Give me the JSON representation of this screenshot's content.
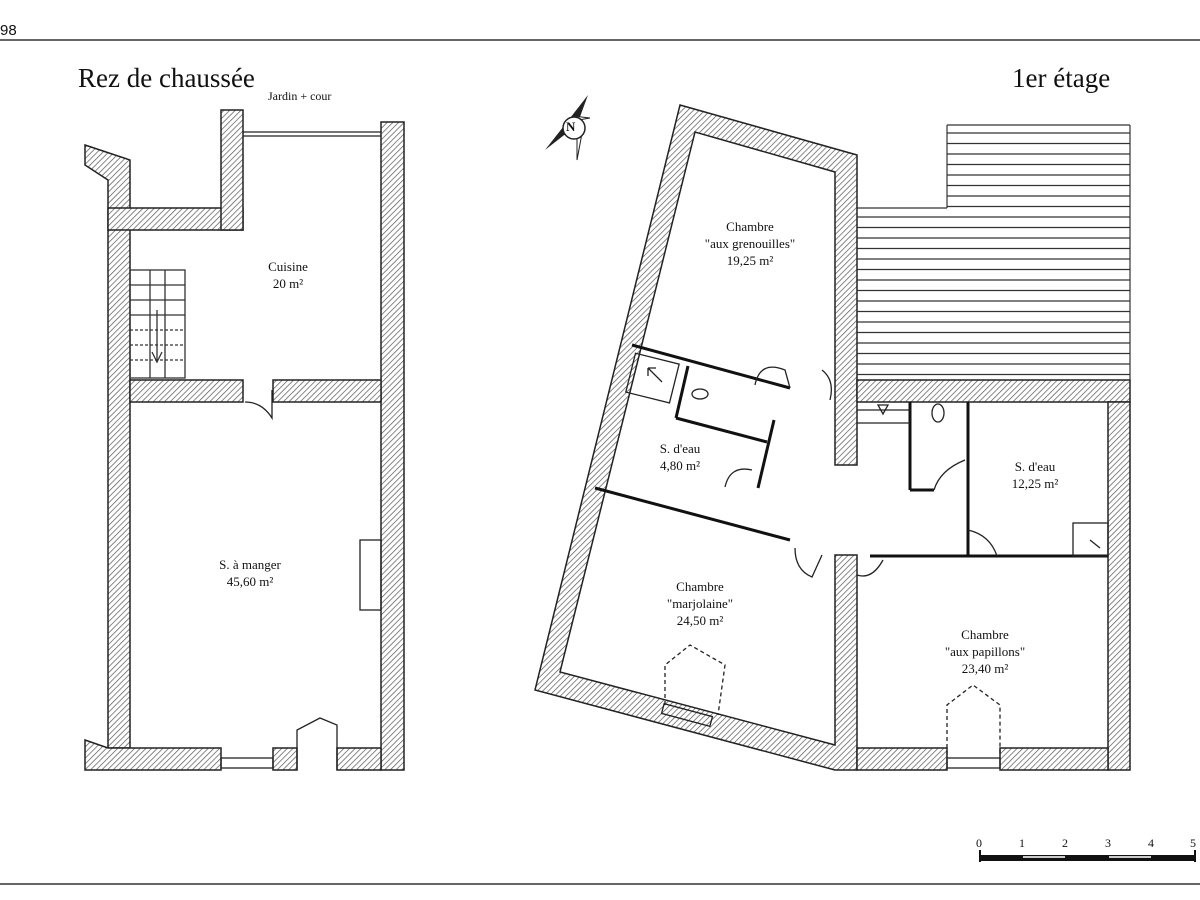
{
  "page_number": "98",
  "ground_floor": {
    "title": "Rez de chaussée",
    "note": "Jardin + cour",
    "rooms": [
      {
        "name": "Cuisine",
        "area": "20 m²"
      },
      {
        "name": "S. à manger",
        "area": "45,60 m²"
      }
    ]
  },
  "first_floor": {
    "title": "1er étage",
    "rooms": [
      {
        "name": "Chambre",
        "subtitle": "\"aux grenouilles\"",
        "area": "19,25 m²"
      },
      {
        "name": "S. d'eau",
        "area": "4,80 m²"
      },
      {
        "name": "Chambre",
        "subtitle": "\"marjolaine\"",
        "area": "24,50 m²"
      },
      {
        "name": "S. d'eau",
        "area": "12,25 m²"
      },
      {
        "name": "Chambre",
        "subtitle": "\"aux papillons\"",
        "area": "23,40 m²"
      }
    ]
  },
  "compass": {
    "label": "N",
    "icon": "north-arrow-icon"
  },
  "scale_bar": {
    "ticks": [
      "0",
      "1",
      "2",
      "3",
      "4",
      "5"
    ]
  }
}
